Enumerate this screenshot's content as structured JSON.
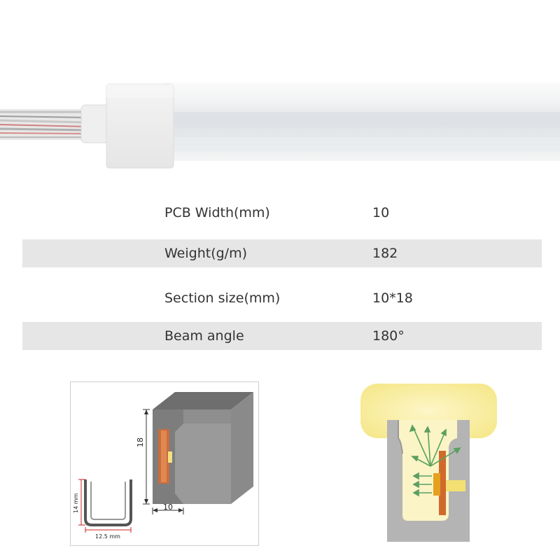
{
  "specs": [
    {
      "label": "PCB Width(mm)",
      "value": "10"
    },
    {
      "label": "Weight(g/m)",
      "value": "182"
    },
    {
      "label": "Section size(mm)",
      "value": "10*18"
    },
    {
      "label": "Beam angle",
      "value": "180°"
    }
  ],
  "profile_diagram": {
    "height_label": "18",
    "width_label": "10"
  },
  "channel_diagram": {
    "height_label": "14 mm",
    "width_label": "12.5 mm"
  },
  "colors": {
    "row_shade": "#e6e6e6",
    "glow": "#f8eda0",
    "led": "#e6a020",
    "arrow": "#5aa060"
  }
}
